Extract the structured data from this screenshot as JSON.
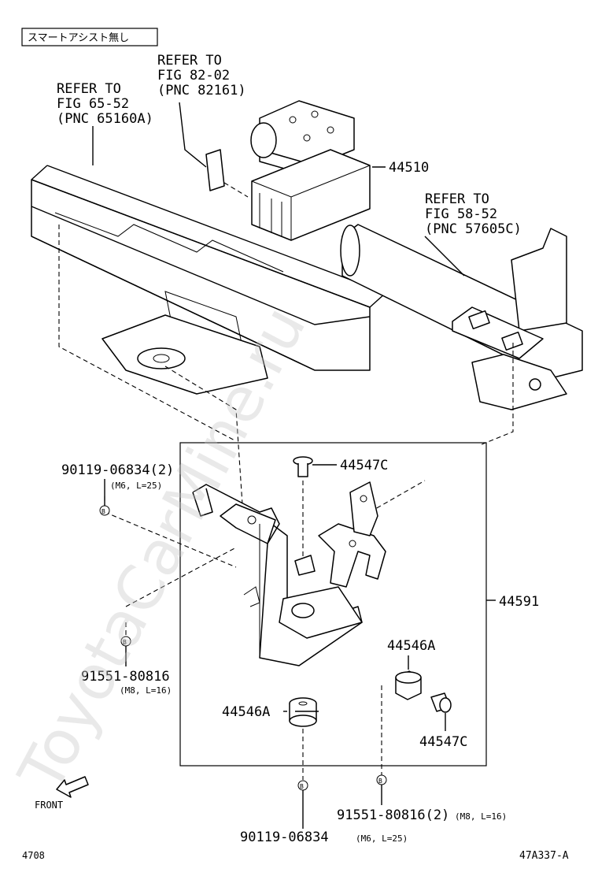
{
  "header_tag": "スマートアシスト無し",
  "references": [
    {
      "line1": "REFER TO",
      "line2": "FIG 82-02",
      "line3": "(PNC 82161)"
    },
    {
      "line1": "REFER TO",
      "line2": "FIG 65-52",
      "line3": "(PNC 65160A)"
    },
    {
      "line1": "REFER TO",
      "line2": "FIG 58-52",
      "line3": "(PNC 57605C)"
    }
  ],
  "parts": {
    "actuator": "44510",
    "bracket": "44591",
    "bolt_top": "44547C",
    "bolt_right": "44547C",
    "cushion_right": "44546A",
    "cushion_left": "44546A"
  },
  "fasteners": {
    "bolt_upper_left": {
      "number": "90119-06834(2)",
      "spec": "(M6, L=25)"
    },
    "nut_left": {
      "number": "91551-80816",
      "spec": "(M8, L=16)"
    },
    "nut_bottom": {
      "number": "91551-80816(2)",
      "spec": "(M8, L=16)"
    },
    "bolt_bottom": {
      "number": "90119-06834",
      "spec": "(M6, L=25)"
    }
  },
  "callout_letter": "B",
  "front_label": "FRONT",
  "page_number": "4708",
  "figure_code": "47A337-A",
  "watermark": "ToyotaCarMine.ru"
}
